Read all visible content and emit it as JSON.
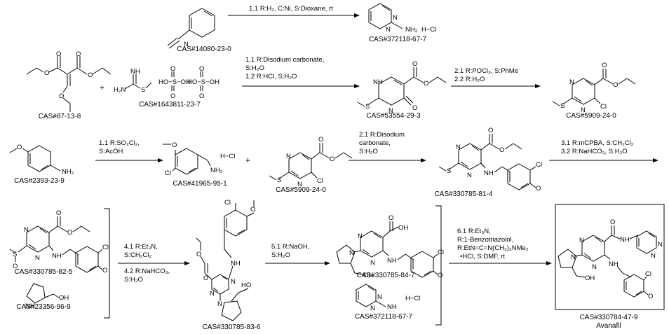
{
  "compounds": [
    {
      "id": "c1",
      "cas": "CAS#14080-23-0"
    },
    {
      "id": "c2",
      "cas": "CAS#372118-67-7",
      "atoms": {
        "n1": "N",
        "n2": "N",
        "amine": "NH₂",
        "salt": "H−Cl"
      }
    },
    {
      "id": "c3",
      "cas": "CAS#87-13-8"
    },
    {
      "id": "c4",
      "cas": "CAS#1643811-23-7",
      "atoms": {
        "imine": "NH",
        "amine": "H₂N",
        "s": "S",
        "acid1": "HO−S−OH",
        "acid2": "HO−S−OH",
        "o": "O"
      }
    },
    {
      "id": "c5",
      "cas": "CAS#53554-29-3",
      "atoms": {
        "nh": "NH",
        "n": "N",
        "s": "S",
        "o": "O"
      }
    },
    {
      "id": "c6",
      "cas": "CAS#5909-24-0",
      "atoms": {
        "n1": "N",
        "n2": "N",
        "s": "S",
        "cl": "Cl",
        "o": "O"
      }
    },
    {
      "id": "c7",
      "cas": "CAS#2393-23-9",
      "atoms": {
        "o": "O",
        "amine": "NH₂"
      }
    },
    {
      "id": "c8",
      "cas": "CAS#41965-95-1",
      "atoms": {
        "o": "O",
        "cl": "Cl",
        "amine": "NH₂",
        "salt": "H−Cl"
      }
    },
    {
      "id": "c9",
      "cas": "CAS#5909-24-0",
      "atoms": {
        "n1": "N",
        "n2": "N",
        "s": "S",
        "cl": "Cl",
        "o": "O"
      }
    },
    {
      "id": "c10",
      "cas": "CAS#330785-81-4",
      "atoms": {
        "n1": "N",
        "n2": "N",
        "s": "S",
        "nh": "NH",
        "cl": "Cl",
        "o": "O"
      }
    },
    {
      "id": "c11",
      "cas": "CAS#330785-82-5",
      "atoms": {
        "n1": "N",
        "n2": "N",
        "s": "S",
        "so": "O",
        "nh": "NH",
        "cl": "Cl",
        "o": "O"
      }
    },
    {
      "id": "c12",
      "cas": "CAS#23356-96-9",
      "atoms": {
        "nh": "NH",
        "oh": "OH"
      }
    },
    {
      "id": "c13",
      "cas": "CAS#330785-83-6",
      "atoms": {
        "cl": "Cl",
        "o": "O",
        "nh": "NH",
        "n1": "N",
        "n2": "N",
        "n3": "N",
        "oh": "HO"
      }
    },
    {
      "id": "c14",
      "cas": "CAS#330785-84-7",
      "atoms": {
        "n1": "N",
        "n2": "N",
        "n3": "N",
        "oh": "OH",
        "acid": "OH",
        "nh": "NH",
        "cl": "Cl",
        "o": "O"
      }
    },
    {
      "id": "c15",
      "cas": "CAS#372118-67-7",
      "atoms": {
        "n1": "N",
        "n2": "N",
        "amine": "NH",
        "salt": "H−Cl"
      }
    },
    {
      "id": "c16",
      "cas": "CAS#330784-47-9",
      "name": "Avanafil",
      "atoms": {
        "n1": "N",
        "n2": "N",
        "n3": "N",
        "n4": "N",
        "n5": "N",
        "nh1": "NH",
        "nh2": "NH",
        "oh": "OH",
        "cl": "Cl",
        "o": "O"
      }
    }
  ],
  "steps": [
    {
      "id": "s1",
      "lines": [
        "1.1  R:H₂, C:Ni, S:Dioxane, rt"
      ]
    },
    {
      "id": "s2",
      "lines": [
        "1.1  R:Disodium carbonate,",
        "S:H₂O",
        "1.2  R:HCl, S:H₂O"
      ]
    },
    {
      "id": "s3",
      "lines": [
        "2.1  R:POCl₃, S:PhMe",
        "2.2  R:H₂O"
      ]
    },
    {
      "id": "s4",
      "lines": [
        "1.1  R:SO₂Cl₂,",
        "S:AcOH"
      ]
    },
    {
      "id": "s5",
      "lines": [
        "2.1  R:Disodium",
        "carbonate,",
        "S:H₂O"
      ]
    },
    {
      "id": "s6",
      "lines": [
        "3.1  R:mCPBA, S:CH₂Cl₂",
        "3.2  R:NaHCO₃, S:H₂O"
      ]
    },
    {
      "id": "s7",
      "lines": [
        "4.1  R:Et₃N,",
        "S:CH₂Cl₂",
        "4.2  R:NaHCO₃,",
        "S:H₂O"
      ]
    },
    {
      "id": "s8",
      "lines": [
        "5.1  R:NaOH,",
        "S:H₂O"
      ]
    },
    {
      "id": "s9",
      "lines": [
        "6.1  R:Et₃N,",
        "R:1-Benzotriazolol,",
        "R:EtN=C=N(CH₂)₃NMe₂",
        "•HCl, S:DMF, rt"
      ]
    }
  ],
  "plus_sign": "+"
}
